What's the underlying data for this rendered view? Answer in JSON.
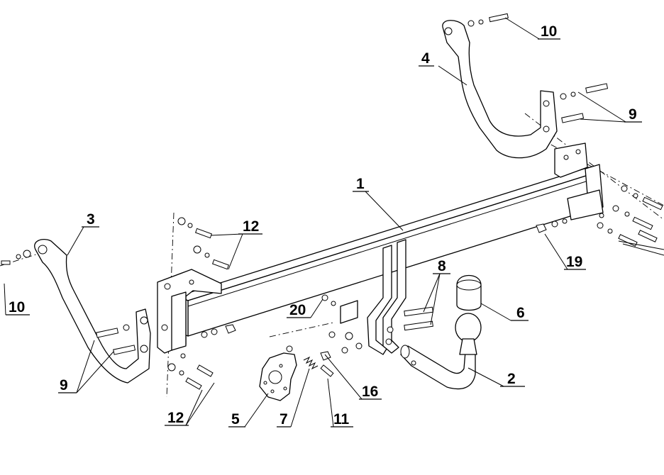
{
  "callouts": [
    {
      "id": "c1",
      "text": "1"
    },
    {
      "id": "c2",
      "text": "2"
    },
    {
      "id": "c3",
      "text": "3"
    },
    {
      "id": "c4",
      "text": "4"
    },
    {
      "id": "c5",
      "text": "5"
    },
    {
      "id": "c6",
      "text": "6"
    },
    {
      "id": "c7",
      "text": "7"
    },
    {
      "id": "c8",
      "text": "8"
    },
    {
      "id": "c9a",
      "text": "9"
    },
    {
      "id": "c9b",
      "text": "9"
    },
    {
      "id": "c10a",
      "text": "10"
    },
    {
      "id": "c10b",
      "text": "10"
    },
    {
      "id": "c11",
      "text": "11"
    },
    {
      "id": "c12a",
      "text": "12"
    },
    {
      "id": "c12b",
      "text": "12"
    },
    {
      "id": "c16",
      "text": "16"
    },
    {
      "id": "c19",
      "text": "19"
    },
    {
      "id": "c20",
      "text": "20"
    }
  ]
}
